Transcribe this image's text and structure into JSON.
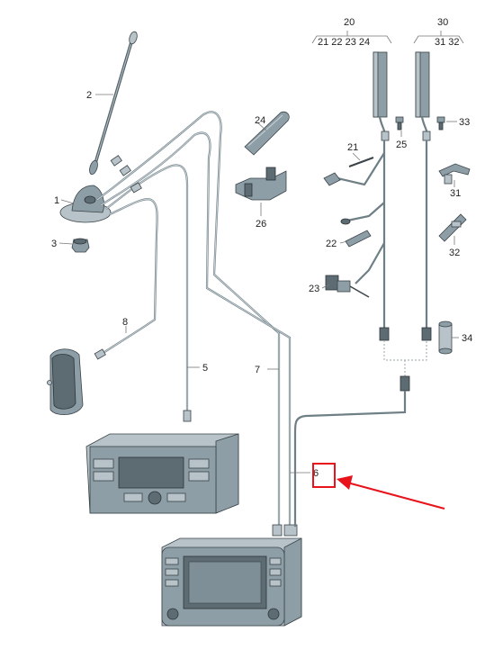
{
  "diagram": {
    "title": "",
    "callouts": [
      {
        "id": "c20",
        "label": "20"
      },
      {
        "id": "c20sub",
        "label": "21 22 23 24"
      },
      {
        "id": "c30",
        "label": "30"
      },
      {
        "id": "c30sub",
        "label": "31 32"
      },
      {
        "id": "c2",
        "label": "2"
      },
      {
        "id": "c24",
        "label": "24"
      },
      {
        "id": "c33",
        "label": "33"
      },
      {
        "id": "c25",
        "label": "25"
      },
      {
        "id": "c21",
        "label": "21"
      },
      {
        "id": "c31",
        "label": "31"
      },
      {
        "id": "c1",
        "label": "1"
      },
      {
        "id": "c26",
        "label": "26"
      },
      {
        "id": "c22",
        "label": "22"
      },
      {
        "id": "c32",
        "label": "32"
      },
      {
        "id": "c3",
        "label": "3"
      },
      {
        "id": "c23",
        "label": "23"
      },
      {
        "id": "c8",
        "label": "8"
      },
      {
        "id": "c34",
        "label": "34"
      },
      {
        "id": "c5",
        "label": "5"
      },
      {
        "id": "c7",
        "label": "7"
      },
      {
        "id": "c6",
        "label": "6"
      }
    ],
    "highlight": {
      "color": "#e8141c"
    }
  }
}
